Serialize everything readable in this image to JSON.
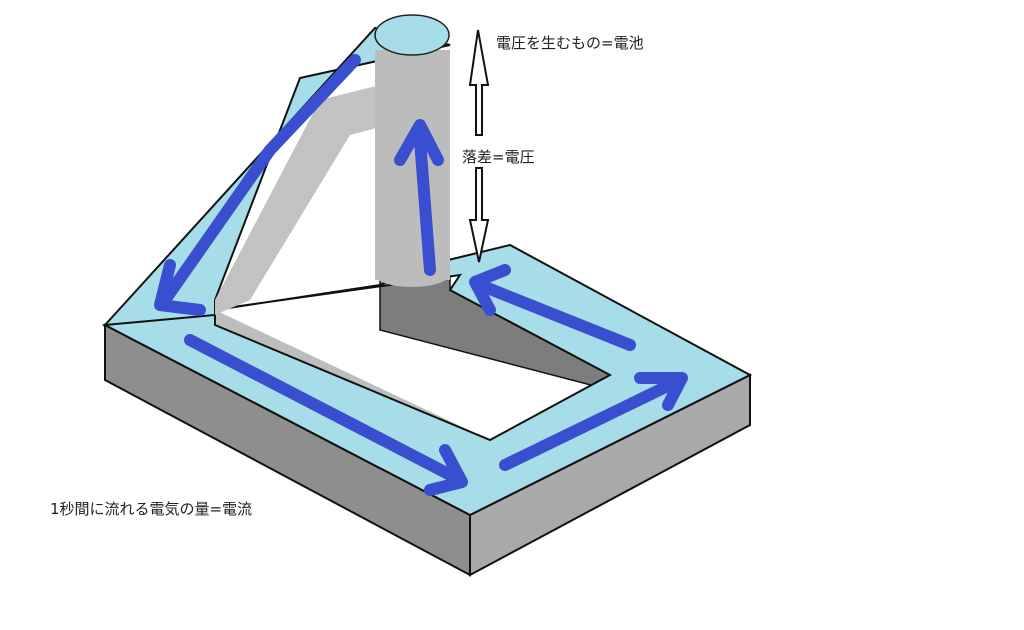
{
  "labels": {
    "battery": "電圧を生むもの=電池",
    "voltage": "落差=電圧",
    "current": "1秒間に流れる電気の量=電流"
  },
  "colors": {
    "water": "#9fdbe8",
    "flow_arrow": "#3a4fd0",
    "channel_gray": "#b9b9b9",
    "side_dark": "#8c8c8c",
    "outline": "#111111"
  }
}
